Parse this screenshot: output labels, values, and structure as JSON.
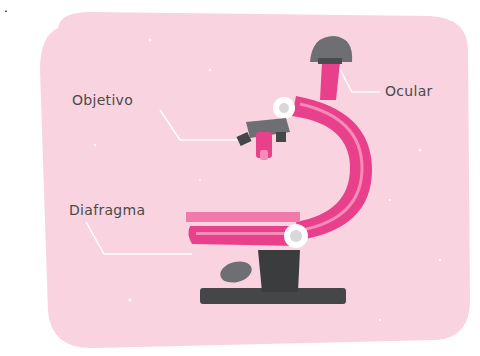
{
  "diagram": {
    "labels": [
      ".",
      "Objetivo",
      "Ocular",
      "Diafragma"
    ]
  }
}
